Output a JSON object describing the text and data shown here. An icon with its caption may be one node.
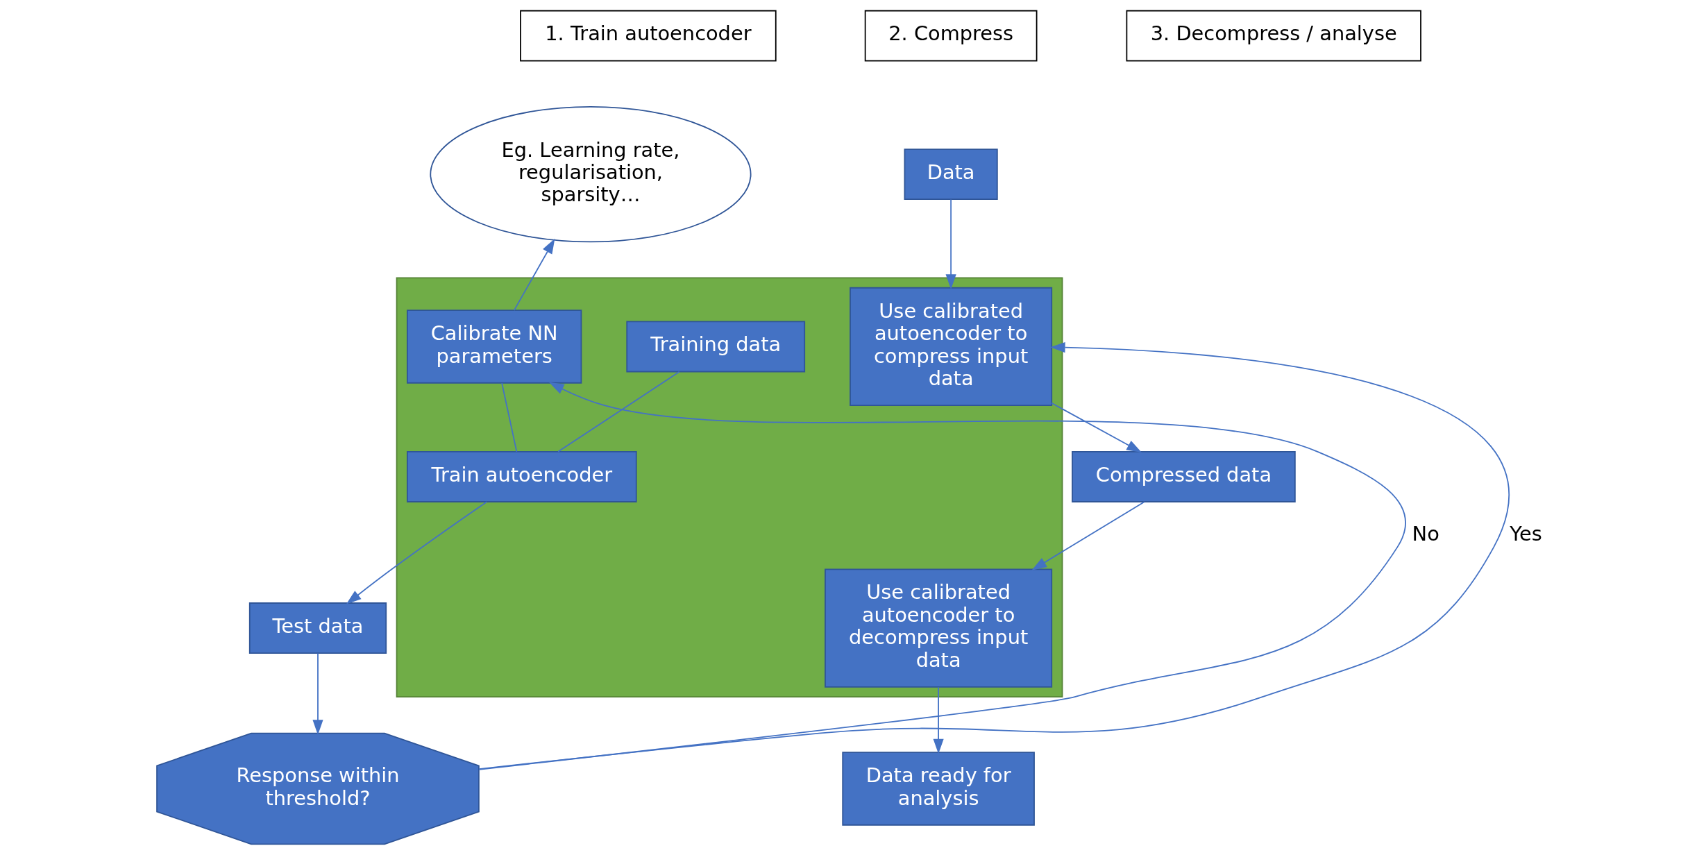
{
  "diagram": {
    "nodes": [
      {
        "text": [
          "1. Train autoencoder"
        ]
      },
      {
        "text": [
          "2. Compress"
        ]
      },
      {
        "text": [
          "3. Decompress / analyse"
        ]
      },
      {
        "text": [
          "Eg. Learning rate, regularisation, sparsity…"
        ]
      },
      {
        "text": [
          "Data"
        ]
      },
      {
        "text": [],
        "shape": "box"
      },
      {
        "text": [
          "Calibrate NN parameters"
        ],
        "in": 5
      },
      {
        "text": [
          "Training data"
        ],
        "in": 5
      },
      {
        "text": [
          "Use calibrated autoencoder to compress input data"
        ],
        "in": 5
      },
      {
        "text": [
          "Use calibrated autoencoder to decompress input data"
        ],
        "in": 5
      },
      {
        "text": [
          "Train autoencoder"
        ],
        "in": 5
      },
      {
        "text": [
          "Test data"
        ]
      },
      {
        "text": [
          "Compressed data"
        ]
      },
      {
        "text": [
          "Data ready for analysis"
        ]
      },
      {
        "text": [
          "Response within threshold?"
        ]
      }
    ],
    "edges": [
      {
        "from": 6,
        "to": 3,
        "arrow": "to"
      },
      {
        "from": 4,
        "to": 8,
        "arrow": "to"
      },
      {
        "from": 6,
        "to": 10,
        "arrow": "none"
      },
      {
        "from": 7,
        "to": 10,
        "arrow": "none"
      },
      {
        "from": 10,
        "to": 11,
        "arrow": "to"
      },
      {
        "from": 11,
        "to": 14,
        "arrow": "to"
      },
      {
        "from": 14,
        "to": 6,
        "arrow": "to",
        "label": "No"
      },
      {
        "from": 14,
        "to": 8,
        "arrow": "to",
        "label": "Yes"
      },
      {
        "from": 8,
        "to": 12,
        "arrow": "to"
      },
      {
        "from": 12,
        "to": 9,
        "arrow": "to"
      },
      {
        "from": 9,
        "to": 13,
        "arrow": "to"
      }
    ]
  }
}
